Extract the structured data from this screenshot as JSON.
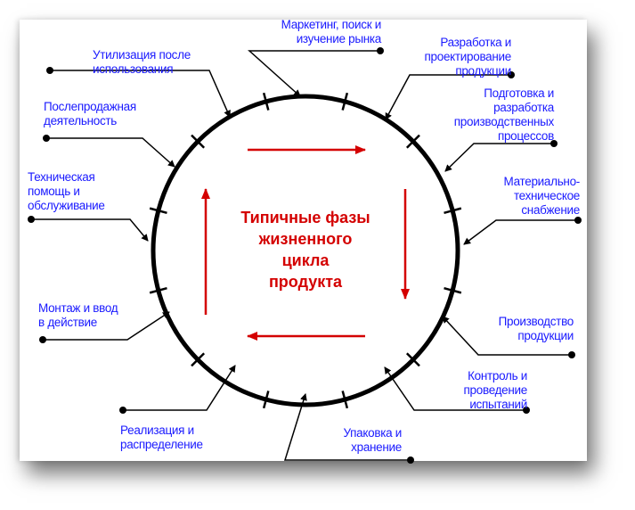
{
  "title": [
    "Типичные фазы",
    "жизненного",
    "цикла",
    "продукта"
  ],
  "phases": [
    {
      "id": "marketing",
      "lines": [
        "Маркетинг, поиск и",
        "изучение рынка"
      ]
    },
    {
      "id": "design",
      "lines": [
        "Разработка и",
        "проектирование",
        "продукции"
      ]
    },
    {
      "id": "preparation",
      "lines": [
        "Подготовка и",
        "разработка",
        "производственных",
        "процессов"
      ]
    },
    {
      "id": "supply",
      "lines": [
        "Материально-",
        "техническое",
        "снабжение"
      ]
    },
    {
      "id": "production",
      "lines": [
        "Производство",
        "продукции"
      ]
    },
    {
      "id": "testing",
      "lines": [
        "Контроль и",
        "проведение",
        "испытаний"
      ]
    },
    {
      "id": "packaging",
      "lines": [
        "Упаковка и",
        "хранение"
      ]
    },
    {
      "id": "sales",
      "lines": [
        "Реализация и",
        "распределение"
      ]
    },
    {
      "id": "installation",
      "lines": [
        "Монтаж и ввод",
        "в действие"
      ]
    },
    {
      "id": "support",
      "lines": [
        "Техническая",
        "помощь и",
        "обслуживание"
      ]
    },
    {
      "id": "aftersales",
      "lines": [
        "Послепродажная",
        "деятельность"
      ]
    },
    {
      "id": "disposal",
      "lines": [
        "Утилизация после",
        "использования"
      ]
    }
  ],
  "colors": {
    "label": "#1a1aff",
    "accent": "#d40000",
    "line": "#000000"
  }
}
